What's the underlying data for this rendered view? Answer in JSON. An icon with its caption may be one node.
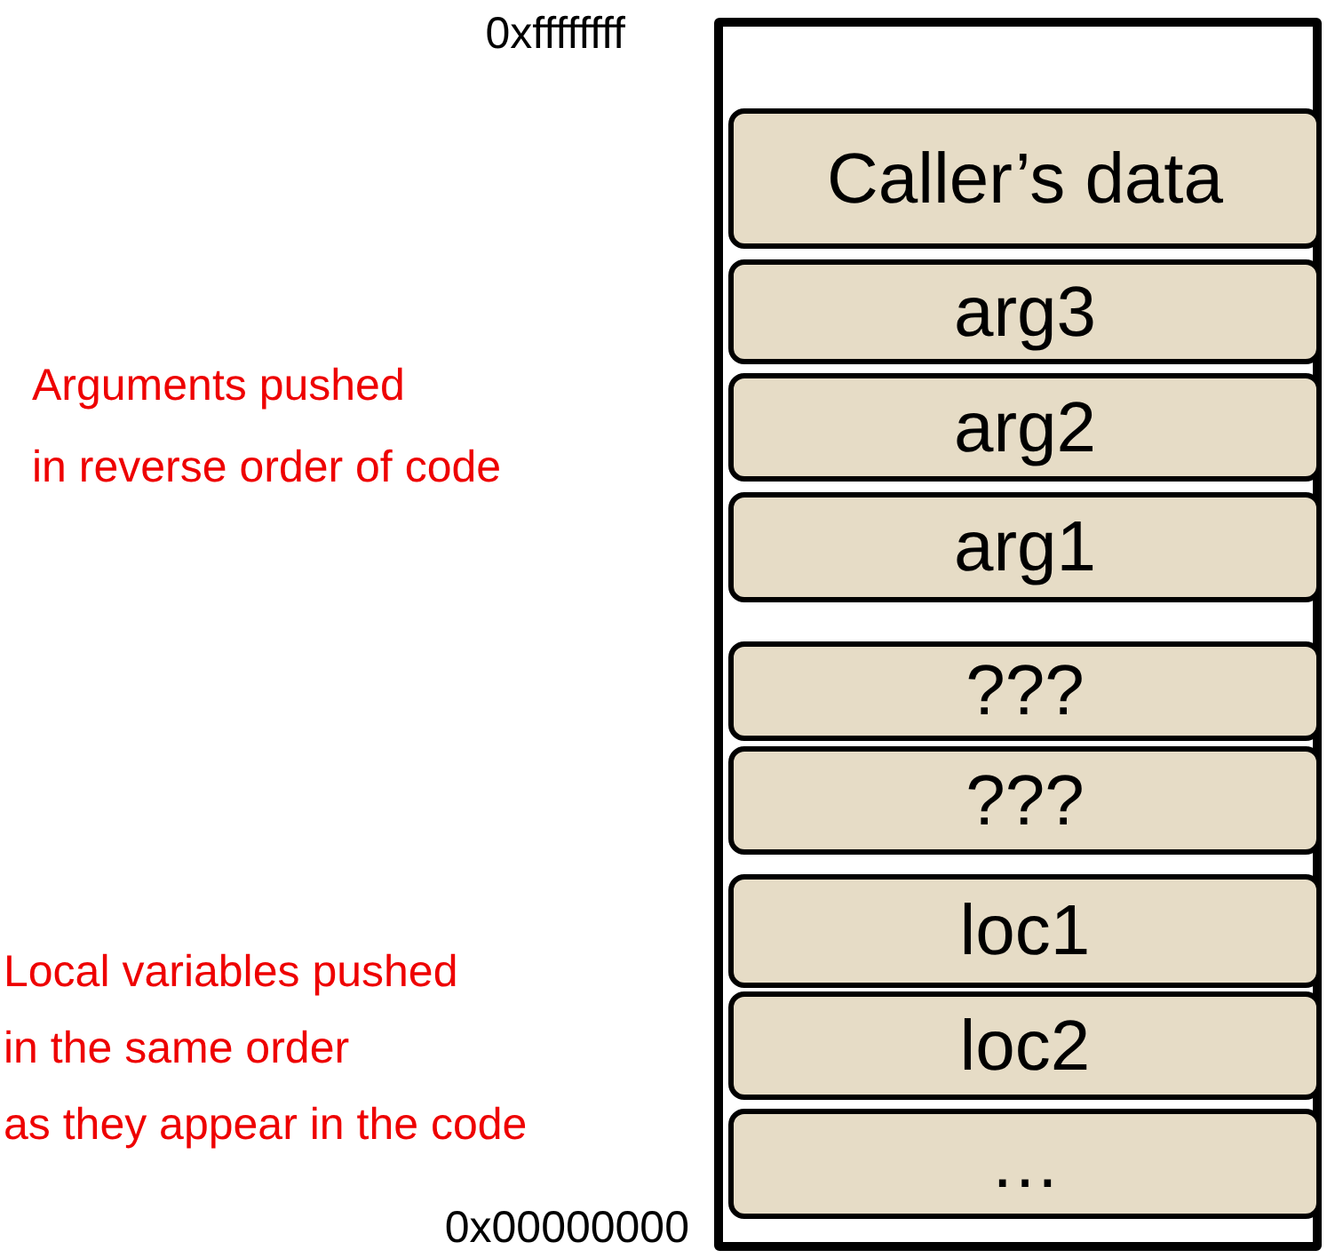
{
  "diagram": {
    "nodes": [
      {
        "text": [],
        "shape": "box"
      },
      {
        "text": [
          "Caller’s data"
        ],
        "in": 0
      },
      {
        "text": [
          "arg3"
        ],
        "in": 0
      },
      {
        "text": [
          "arg2"
        ],
        "in": 0
      },
      {
        "text": [
          "arg1"
        ],
        "in": 0
      },
      {
        "text": [
          "???"
        ],
        "in": 0
      },
      {
        "text": [
          "???"
        ],
        "in": 0
      },
      {
        "text": [
          "loc1"
        ],
        "in": 0
      },
      {
        "text": [
          "loc2"
        ],
        "in": 0
      },
      {
        "text": [
          "…"
        ],
        "in": 0
      }
    ],
    "labels": [
      "0xffffffff",
      "Arguments pushed",
      "in reverse order of code",
      "Local variables pushed",
      "in the same order",
      "as they appear in the code",
      "0x00000000"
    ]
  }
}
